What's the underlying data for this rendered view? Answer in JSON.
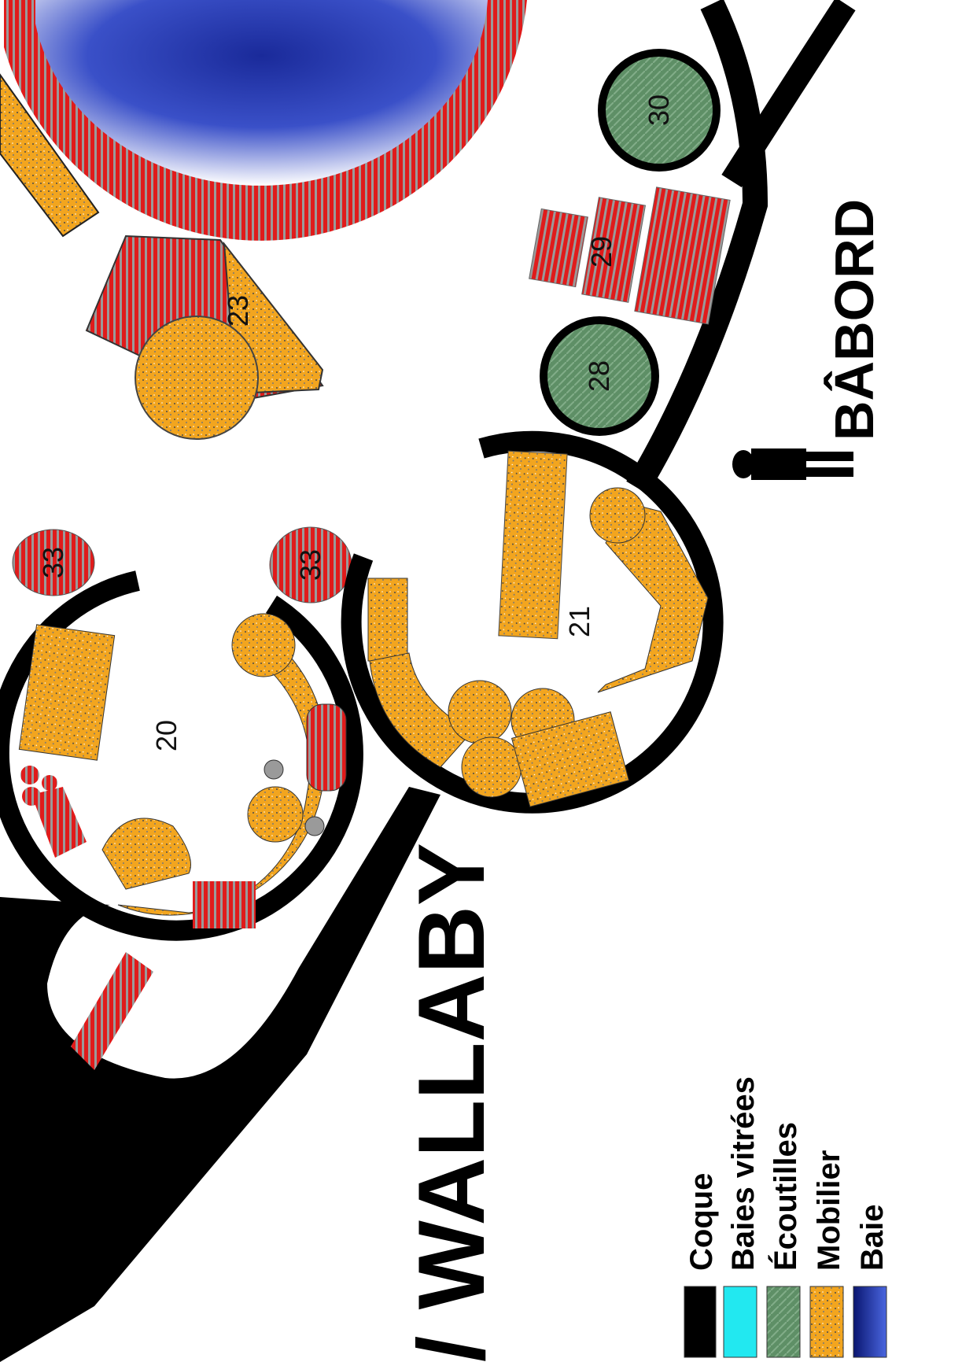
{
  "title": "/ WALLABY",
  "side_label": "BÂBORD",
  "zones": {
    "z20": "20",
    "z21": "21",
    "z23": "23",
    "z28": "28",
    "z29": "29",
    "z30": "30",
    "z33a": "33",
    "z33b": "33"
  },
  "legend": [
    {
      "label": "Coque",
      "color": "#000000"
    },
    {
      "label": "Baies vitrées",
      "color": "#22e8f0"
    },
    {
      "label": "Écoutilles",
      "color": "#5e8f66"
    },
    {
      "label": "Mobilier",
      "color": "#f2a51f"
    },
    {
      "label": "Baie",
      "color": "#1a2a9a"
    }
  ],
  "colors": {
    "hull": "#000000",
    "furniture": "#f2a51f",
    "red": "#e01b1b",
    "hatch": "#5e8f66",
    "glass": "#22e8f0",
    "water": "#1a2a9a"
  }
}
